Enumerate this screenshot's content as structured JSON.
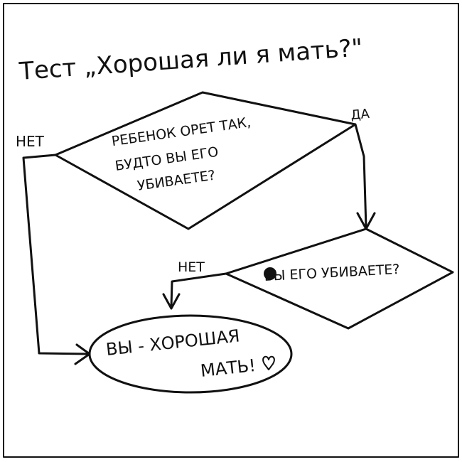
{
  "title": "Тест „Хорошая ли я мать?\"",
  "question1": {
    "lines": [
      "Ребенок орет так,",
      "будто вы его",
      "убиваете?"
    ],
    "no_label": "НЕТ",
    "yes_label": "ДА"
  },
  "question2": {
    "text": "Вы его убиваете?",
    "no_label": "НЕТ"
  },
  "result": {
    "line1": "Вы - хорошая",
    "line2": "мать!"
  },
  "colors": {
    "ink": "#111111",
    "background": "#ffffff"
  }
}
